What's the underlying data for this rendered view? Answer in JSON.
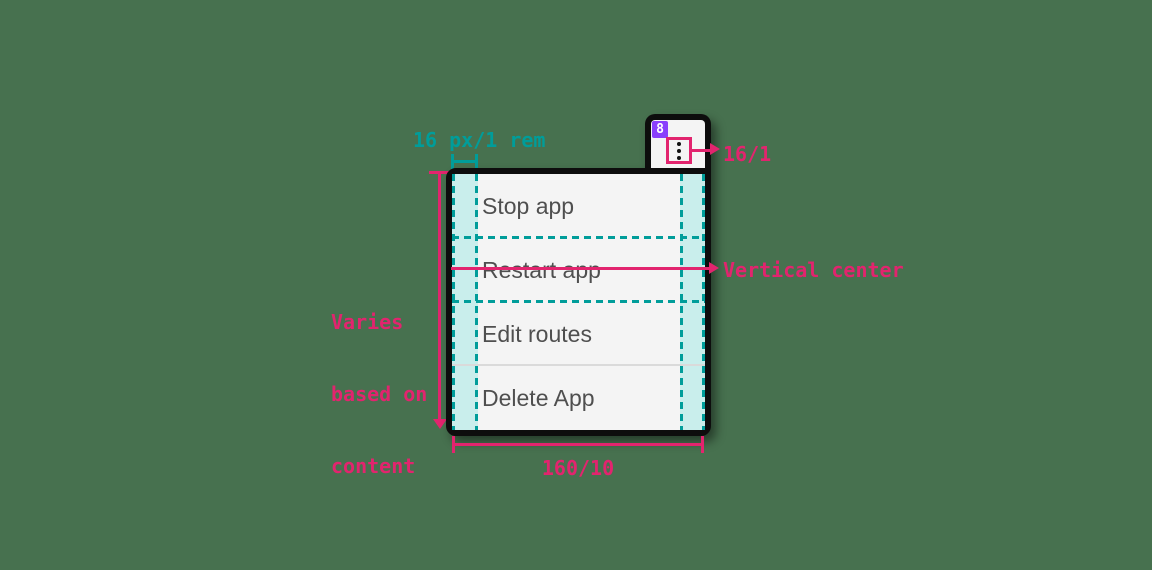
{
  "colors": {
    "background": "#47714f",
    "annotation_pink": "#e2246e",
    "annotation_teal": "#009d9a",
    "padding_highlight": "#c9eeec",
    "spacing_badge_purple": "#8a3ffc",
    "menu_background": "#f4f4f4",
    "menu_border": "#0d0d0d",
    "menu_item_text": "#4f4f4f"
  },
  "annotations": {
    "padding_label": "16 px/1 rem",
    "icon_size_label": "16/1",
    "spacing_badge": "8",
    "height_label_lines": [
      "Varies",
      "based on",
      "content"
    ],
    "vertical_center_label": "Vertical center",
    "width_label": "160/10"
  },
  "icons": {
    "overflow_menu": "vertical-kebab-three-dots"
  },
  "menu": {
    "items": [
      {
        "label": "Stop app"
      },
      {
        "label": "Restart app"
      },
      {
        "label": "Edit routes"
      },
      {
        "label": "Delete App"
      }
    ]
  }
}
